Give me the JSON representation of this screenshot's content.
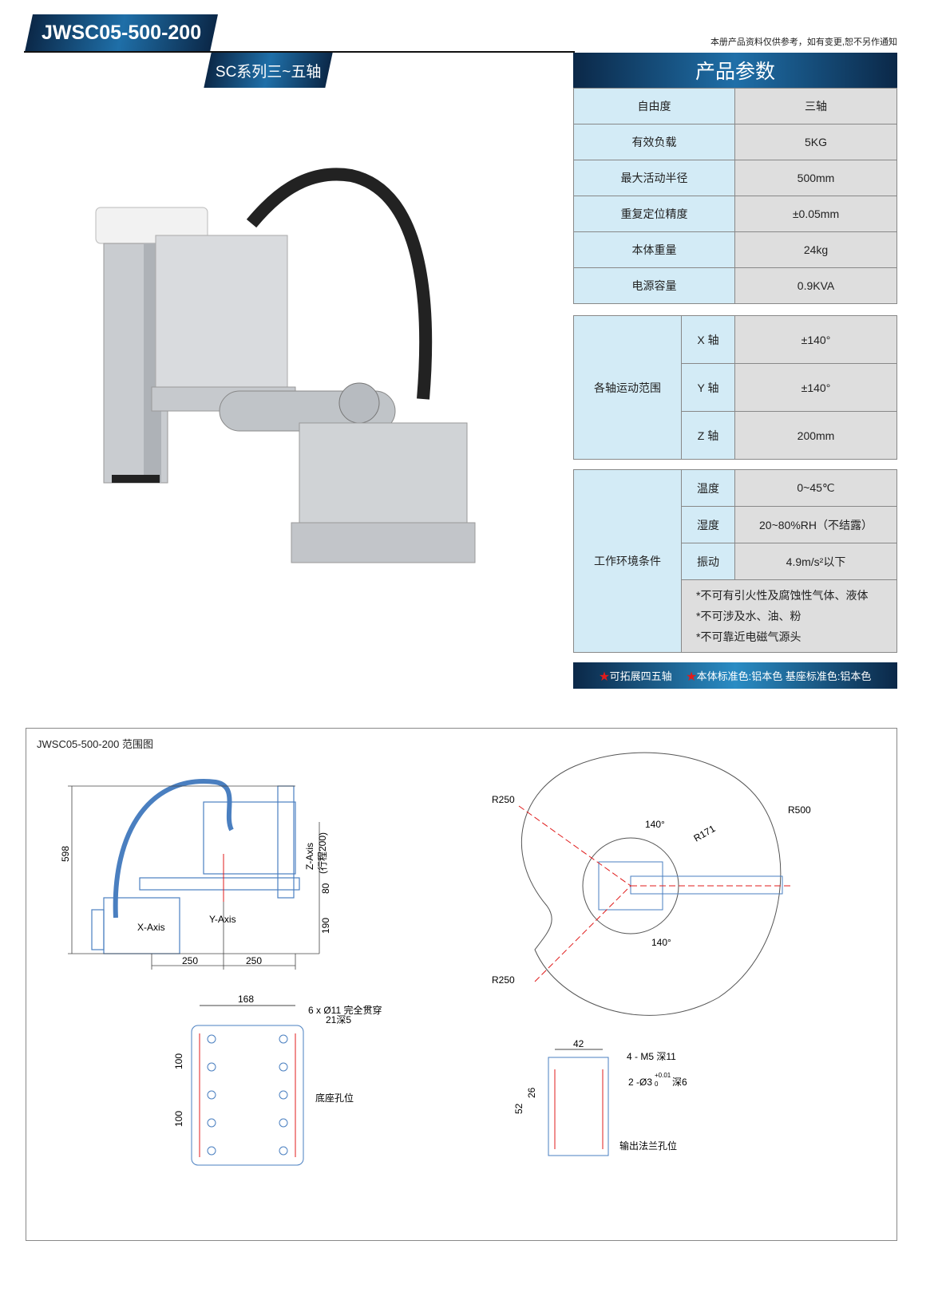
{
  "header": {
    "model": "JWSC05-500-200",
    "series": "SC系列三~五轴",
    "disclaimer": "本册产品资料仅供参考，如有变更,恕不另作通知"
  },
  "params": {
    "title": "产品参数",
    "basic": [
      {
        "label": "自由度",
        "value": "三轴"
      },
      {
        "label": "有效负载",
        "value": "5KG"
      },
      {
        "label": "最大活动半径",
        "value": "500mm"
      },
      {
        "label": "重复定位精度",
        "value": "±0.05mm"
      },
      {
        "label": "本体重量",
        "value": "24kg"
      },
      {
        "label": "电源容量",
        "value": "0.9KVA"
      }
    ],
    "axis_range": {
      "label": "各轴运动范围",
      "rows": [
        {
          "label": "X 轴",
          "value": "±140°"
        },
        {
          "label": "Y 轴",
          "value": "±140°"
        },
        {
          "label": "Z 轴",
          "value": "200mm"
        }
      ]
    },
    "environment": {
      "label": "工作环境条件",
      "rows": [
        {
          "label": "温度",
          "value": "0~45℃"
        },
        {
          "label": "湿度",
          "value": "20~80%RH（不结露）"
        },
        {
          "label": "振动",
          "value": "4.9m/s²以下"
        }
      ],
      "notes": [
        "*不可有引火性及腐蚀性气体、液体",
        "*不可涉及水、油、粉",
        "*不可靠近电磁气源头"
      ]
    },
    "footer": {
      "note1": "可拓展四五轴",
      "note2": "本体标准色:铝本色 基座标准色:铝本色"
    }
  },
  "drawing": {
    "title": "JWSC05-500-200 范围图",
    "side": {
      "height": "598",
      "z_axis": "Z-Axis",
      "z_stroke": "(行程200)",
      "d80": "80",
      "d190": "190",
      "d250a": "250",
      "d250b": "250",
      "x_axis": "X-Axis",
      "y_axis": "Y-Axis"
    },
    "top": {
      "r250a": "R250",
      "r250b": "R250",
      "r500": "R500",
      "r171": "R171",
      "a140a": "140°",
      "a140b": "140°"
    },
    "base": {
      "width": "168",
      "holes": "6 x Ø11 完全贯穿",
      "cbore": "21深5",
      "d100a": "100",
      "d100b": "100",
      "label": "底座孔位"
    },
    "flange": {
      "width": "42",
      "d26": "26",
      "d52": "52",
      "m5": "4 - M5 深11",
      "pin": "2 -Ø3",
      "tol_up": "+0.01",
      "tol_lo": "0",
      "pin_depth": "深6",
      "label": "输出法兰孔位"
    }
  },
  "colors": {
    "navy": "#0b2848",
    "accent": "#1f6fa8",
    "key_bg": "#d3ebf6",
    "val_bg": "#dedede",
    "line": "#4a7fc0",
    "red": "#e01b1b"
  }
}
